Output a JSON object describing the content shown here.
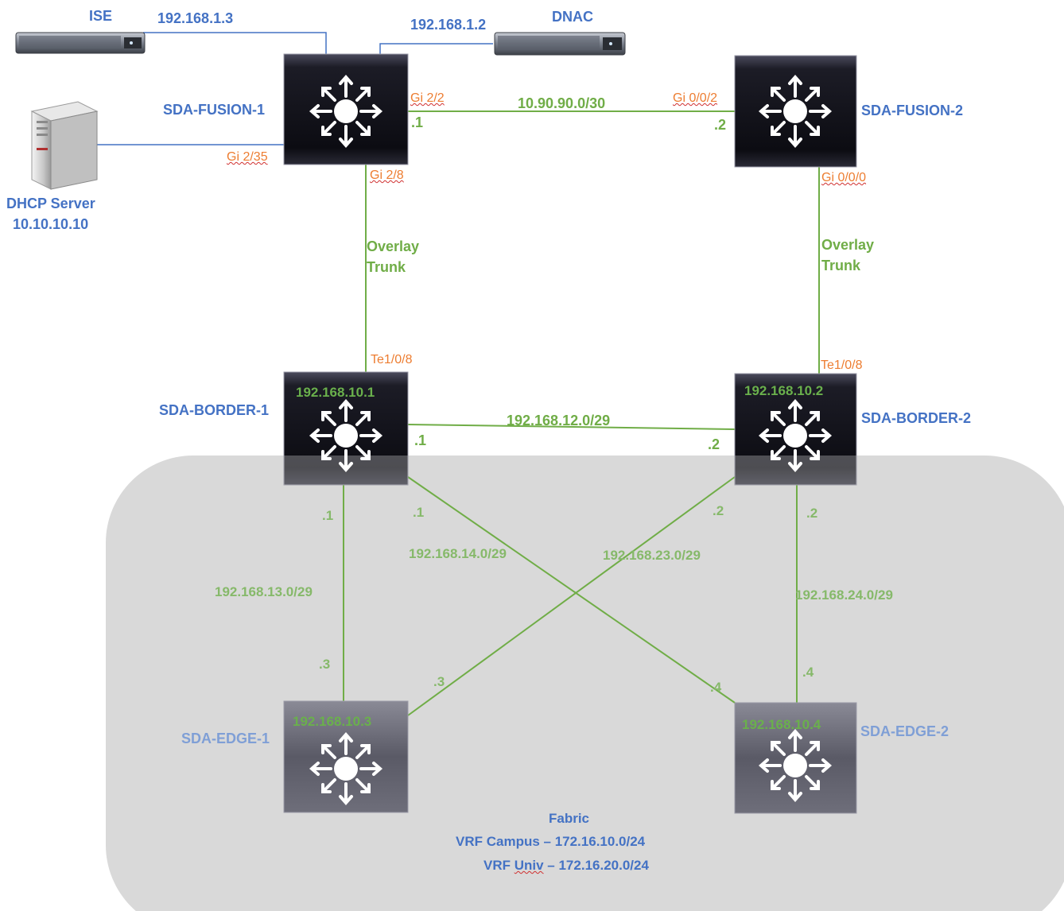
{
  "colors": {
    "blue_label": "#4472c4",
    "green_link": "#70ad47",
    "orange_iface": "#ed7d31",
    "fabric_bg": "#d9d9d9",
    "device_dark": "#15151c"
  },
  "servers": {
    "ise": {
      "name": "ISE",
      "ip": "192.168.1.3"
    },
    "dnac": {
      "name": "DNAC",
      "ip": "192.168.1.2"
    },
    "dhcp": {
      "name": "DHCP Server",
      "ip": "10.10.10.10"
    }
  },
  "devices": {
    "fusion1": {
      "name": "SDA-FUSION-1",
      "icon": "router-icon"
    },
    "fusion2": {
      "name": "SDA-FUSION-2",
      "icon": "router-icon"
    },
    "border1": {
      "name": "SDA-BORDER-1",
      "ip": "192.168.10.1",
      "icon": "router-icon"
    },
    "border2": {
      "name": "SDA-BORDER-2",
      "ip": "192.168.10.2",
      "icon": "router-icon"
    },
    "edge1": {
      "name": "SDA-EDGE-1",
      "ip": "192.168.10.3",
      "icon": "router-icon"
    },
    "edge2": {
      "name": "SDA-EDGE-2",
      "ip": "192.168.10.4",
      "icon": "router-icon"
    }
  },
  "interfaces": {
    "f1_gi22": "Gi 2/2",
    "f1_gi235": "Gi 2/35",
    "f1_gi28": "Gi 2/8",
    "f2_gi002": "Gi 0/0/2",
    "f2_gi000": "Gi 0/0/0",
    "b1_te": "Te1/0/8",
    "b2_te": "Te1/0/8"
  },
  "links": {
    "fusion_link": {
      "subnet": "10.90.90.0/30",
      "a_host": ".1",
      "b_host": ".2"
    },
    "trunk1": {
      "line1": "Overlay",
      "line2": "Trunk"
    },
    "trunk2": {
      "line1": "Overlay",
      "line2": "Trunk"
    },
    "border_link": {
      "subnet": "192.168.12.0/29",
      "a_host": ".1",
      "b_host": ".2"
    },
    "b1_e1": {
      "subnet": "192.168.13.0/29",
      "a_host": ".1",
      "b_host": ".3"
    },
    "b1_e2": {
      "subnet": "192.168.14.0/29",
      "a_host": ".1",
      "b_host": ".4"
    },
    "b2_e1": {
      "subnet": "192.168.23.0/29",
      "a_host": ".2",
      "b_host": ".3"
    },
    "b2_e2": {
      "subnet": "192.168.24.0/29",
      "a_host": ".2",
      "b_host": ".4"
    }
  },
  "fabric": {
    "title": "Fabric",
    "vrf_campus_name": "VRF Campus",
    "vrf_campus_subnet": " – 172.16.10.0/24",
    "vrf_univ_prefix": "VRF ",
    "vrf_univ_word": "Univ",
    "vrf_univ_subnet": " – 172.16.20.0/24"
  }
}
